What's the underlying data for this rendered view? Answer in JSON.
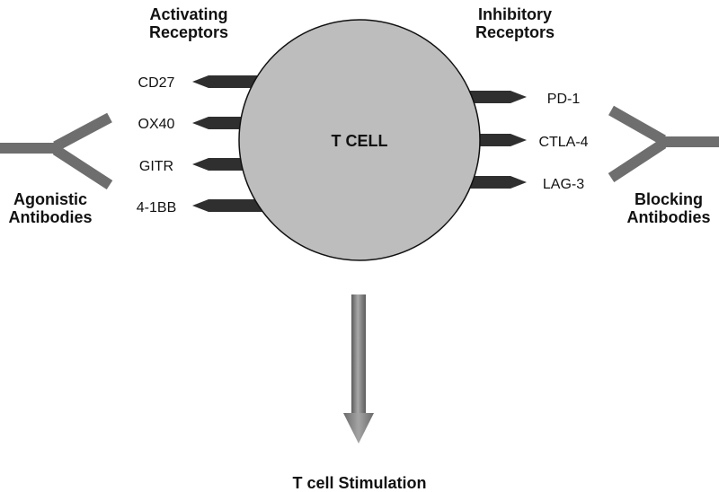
{
  "activating": {
    "heading_line1": "Activating",
    "heading_line2": "Receptors",
    "receptors": [
      "CD27",
      "OX40",
      "GITR",
      "4-1BB"
    ]
  },
  "inhibitory": {
    "heading_line1": "Inhibitory",
    "heading_line2": "Receptors",
    "receptors": [
      "PD-1",
      "CTLA-4",
      "LAG-3"
    ]
  },
  "cell": {
    "label": "T CELL"
  },
  "agonistic": {
    "line1": "Agonistic",
    "line2": "Antibodies"
  },
  "blocking": {
    "line1": "Blocking",
    "line2": "Antibodies"
  },
  "outcome": {
    "label": "T cell Stimulation"
  },
  "colors": {
    "cell_fill": "#bdbdbd",
    "receptor_fill": "#2f2f2f",
    "antibody": "#6e6e6e",
    "arrow_light": "#9a9a9a",
    "arrow_dark": "#5a5a5a"
  }
}
